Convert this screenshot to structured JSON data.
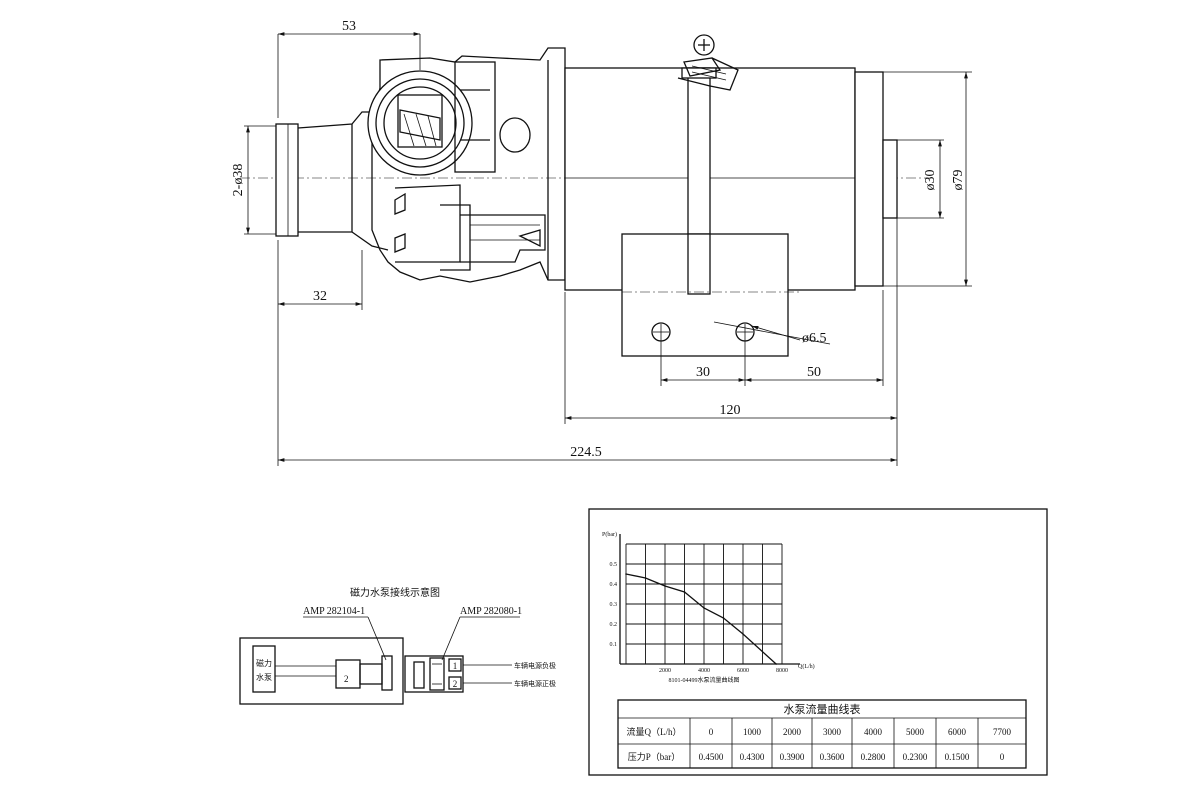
{
  "dimensions": {
    "d53": "53",
    "d2_38": "2-ø38",
    "d32": "32",
    "d30": "ø30",
    "d79": "ø79",
    "d6_5": "ø6.5",
    "d30b": "30",
    "d50": "50",
    "d120": "120",
    "d224_5": "224.5"
  },
  "wiring": {
    "title": "磁力水泵接线示意图",
    "connector_left": "AMP 282104-1",
    "connector_right": "AMP 282080-1",
    "pump_label_1": "磁力",
    "pump_label_2": "水泵",
    "pin1": "1",
    "pin2": "2",
    "pin_inner": "2",
    "neg_label": "车辆电源负极",
    "pos_label": "车辆电源正极"
  },
  "chart_data": {
    "type": "line",
    "ylabel": "P(bar)",
    "xlabel": "Q(L/h)",
    "caption": "8101-04499水泵流量曲线图",
    "ylim": [
      0,
      0.6
    ],
    "xlim": [
      0,
      8000
    ],
    "y_ticks": [
      "0.1",
      "0.2",
      "0.3",
      "0.4",
      "0.5"
    ],
    "x_ticks": [
      "2000",
      "4000",
      "6000",
      "8000"
    ],
    "x": [
      0,
      1000,
      2000,
      3000,
      4000,
      5000,
      6000,
      7700
    ],
    "y": [
      0.45,
      0.43,
      0.39,
      0.36,
      0.28,
      0.23,
      0.15,
      0
    ]
  },
  "table": {
    "title": "水泵流量曲线表",
    "row1_header": "流量Q（L/h）",
    "row2_header": "压力P（bar）",
    "flow": [
      "0",
      "1000",
      "2000",
      "3000",
      "4000",
      "5000",
      "6000",
      "7700"
    ],
    "pressure": [
      "0.4500",
      "0.4300",
      "0.3900",
      "0.3600",
      "0.2800",
      "0.2300",
      "0.1500",
      "0"
    ]
  }
}
